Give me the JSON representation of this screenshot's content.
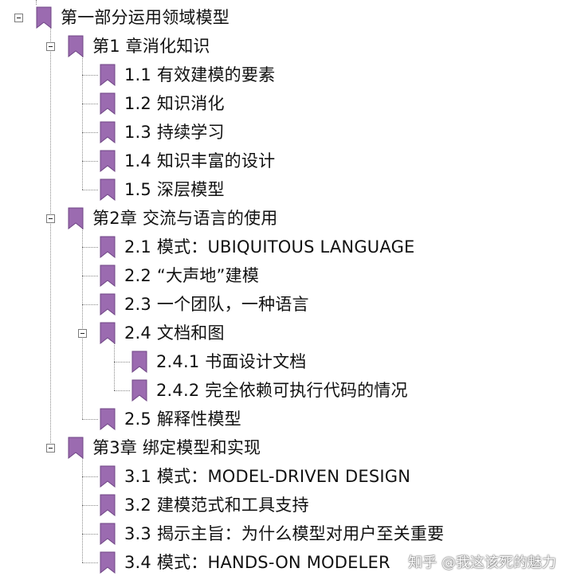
{
  "icon_color": "#9b6bb0",
  "nodes": [
    {
      "label": "第一部分运用领域模型",
      "level": 0,
      "toggle": true
    },
    {
      "label": "第1 章消化知识",
      "level": 1,
      "toggle": true
    },
    {
      "label": "1.1 有效建模的要素",
      "level": 2,
      "toggle": false
    },
    {
      "label": "1.2 知识消化",
      "level": 2,
      "toggle": false
    },
    {
      "label": "1.3 持续学习",
      "level": 2,
      "toggle": false
    },
    {
      "label": "1.4 知识丰富的设计",
      "level": 2,
      "toggle": false
    },
    {
      "label": "1.5 深层模型",
      "level": 2,
      "toggle": false
    },
    {
      "label": "第2章 交流与语言的使用",
      "level": 1,
      "toggle": true
    },
    {
      "label": "2.1 模式：UBIQUITOUS LANGUAGE",
      "level": 2,
      "toggle": false
    },
    {
      "label": "2.2 “大声地”建模",
      "level": 2,
      "toggle": false
    },
    {
      "label": "2.3 一个团队，一种语言",
      "level": 2,
      "toggle": false
    },
    {
      "label": "2.4 文档和图",
      "level": 2,
      "toggle": true
    },
    {
      "label": "2.4.1 书面设计文档",
      "level": 3,
      "toggle": false
    },
    {
      "label": "2.4.2 完全依赖可执行代码的情况",
      "level": 3,
      "toggle": false
    },
    {
      "label": "2.5 解释性模型",
      "level": 2,
      "toggle": false
    },
    {
      "label": "第3章 绑定模型和实现",
      "level": 1,
      "toggle": true
    },
    {
      "label": "3.1 模式：MODEL-DRIVEN DESIGN",
      "level": 2,
      "toggle": false
    },
    {
      "label": "3.2 建模范式和工具支持",
      "level": 2,
      "toggle": false
    },
    {
      "label": "3.3 揭示主旨：为什么模型对用户至关重要",
      "level": 2,
      "toggle": false
    },
    {
      "label": "3.4 模式：HANDS-ON MODELER",
      "level": 2,
      "toggle": false
    }
  ],
  "watermark": "知乎 @我这该死的魅力"
}
